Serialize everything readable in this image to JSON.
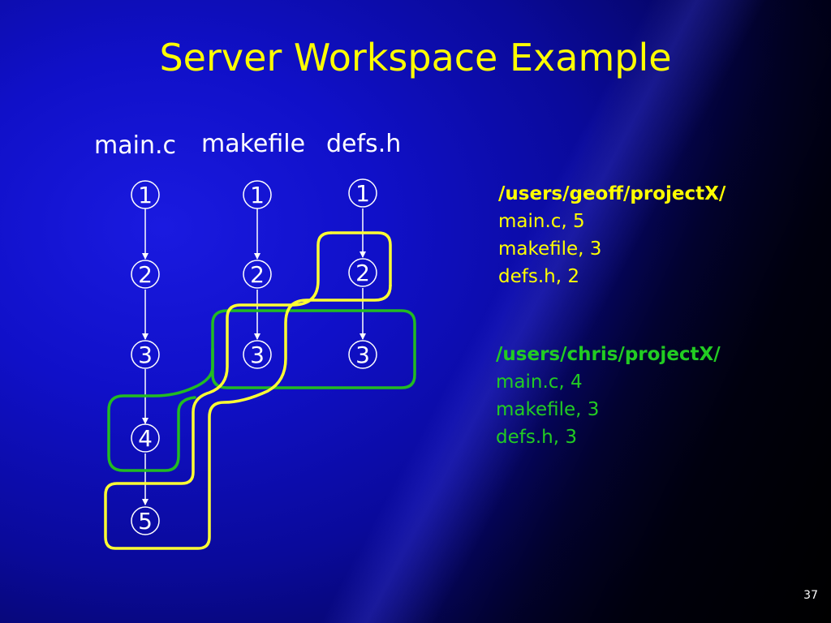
{
  "slide": {
    "title": "Server Workspace Example",
    "page_number": "37"
  },
  "columns": [
    {
      "label": "main.c",
      "versions": [
        "1",
        "2",
        "3",
        "4",
        "5"
      ]
    },
    {
      "label": "makefile",
      "versions": [
        "1",
        "2",
        "3"
      ]
    },
    {
      "label": "defs.h",
      "versions": [
        "1",
        "2",
        "3"
      ]
    }
  ],
  "workspaces": [
    {
      "path": "/users/geoff/projectX/",
      "color": "#ffff00",
      "entries": [
        "main.c, 5",
        "makefile, 3",
        "defs.h, 2"
      ]
    },
    {
      "path": "/users/chris/projectX/",
      "color": "#22cc22",
      "entries": [
        "main.c, 4",
        "makefile, 3",
        "defs.h, 3"
      ]
    }
  ]
}
